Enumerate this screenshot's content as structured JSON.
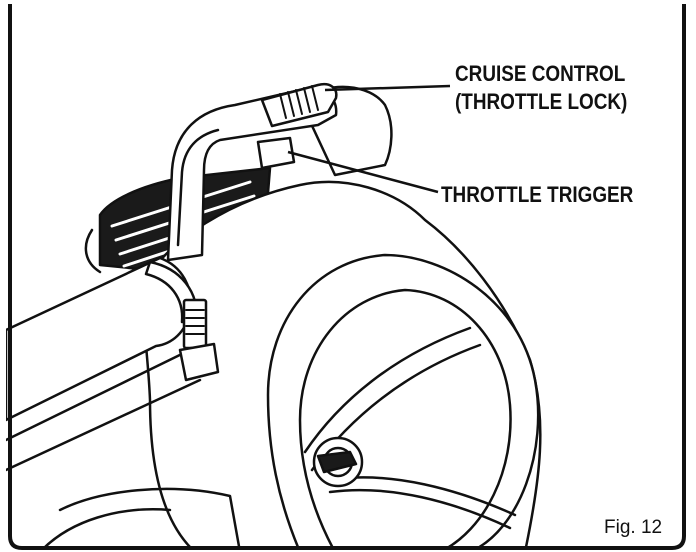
{
  "callouts": {
    "cruise_control_line1": "CRUISE CONTROL",
    "cruise_control_line2": "(THROTTLE LOCK)",
    "throttle_trigger": "THROTTLE TRIGGER"
  },
  "figure_label": "Fig. 12",
  "colors": {
    "ink": "#111111",
    "paper": "#ffffff",
    "vent": "#1a1a1a"
  }
}
